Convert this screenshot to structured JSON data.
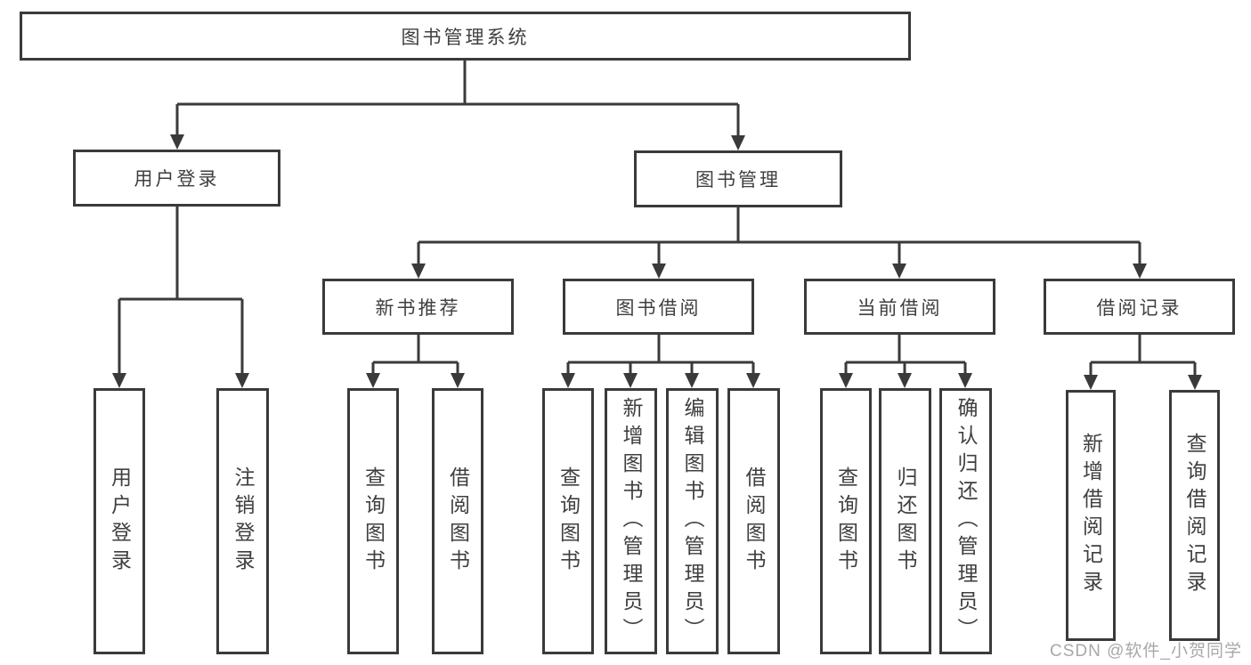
{
  "diagram": {
    "root": {
      "label": "图书管理系统",
      "children": [
        {
          "label": "用户登录",
          "children": [
            {
              "label": "用户登录"
            },
            {
              "label": "注销登录"
            }
          ]
        },
        {
          "label": "图书管理",
          "children": [
            {
              "label": "新书推荐",
              "children": [
                {
                  "label": "查询图书"
                },
                {
                  "label": "借阅图书"
                }
              ]
            },
            {
              "label": "图书借阅",
              "children": [
                {
                  "label": "查询图书"
                },
                {
                  "label": "新增图书（管理员）"
                },
                {
                  "label": "编辑图书（管理员）"
                },
                {
                  "label": "借阅图书"
                }
              ]
            },
            {
              "label": "当前借阅",
              "children": [
                {
                  "label": "查询图书"
                },
                {
                  "label": "归还图书"
                },
                {
                  "label": "确认归还（管理员）"
                }
              ]
            },
            {
              "label": "借阅记录",
              "children": [
                {
                  "label": "新增借阅记录"
                },
                {
                  "label": "查询借阅记录"
                }
              ]
            }
          ]
        }
      ]
    }
  },
  "watermark": {
    "text": "CSDN @软件_小贺同学"
  },
  "colors": {
    "line": "#3a3a3a",
    "text": "#3f3f3f",
    "watermark_text": "#a8a8a8",
    "background": "#ffffff"
  }
}
